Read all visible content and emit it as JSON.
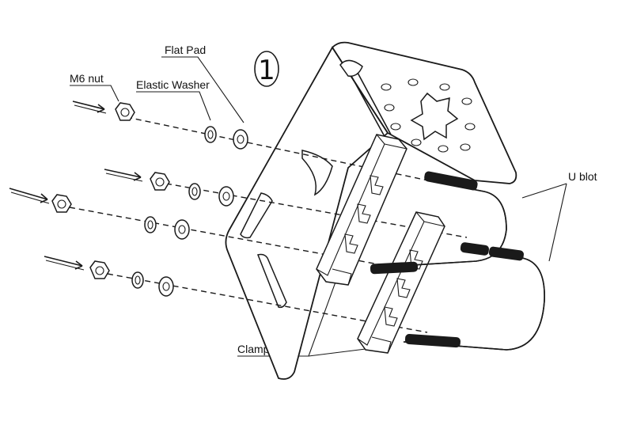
{
  "step_number": "1",
  "labels": {
    "flat_pad": "Flat Pad",
    "m6_nut": "M6 nut",
    "elastic_washer": "Elastic Washer",
    "u_bolt": "U blot",
    "clamp": "Clamp"
  }
}
